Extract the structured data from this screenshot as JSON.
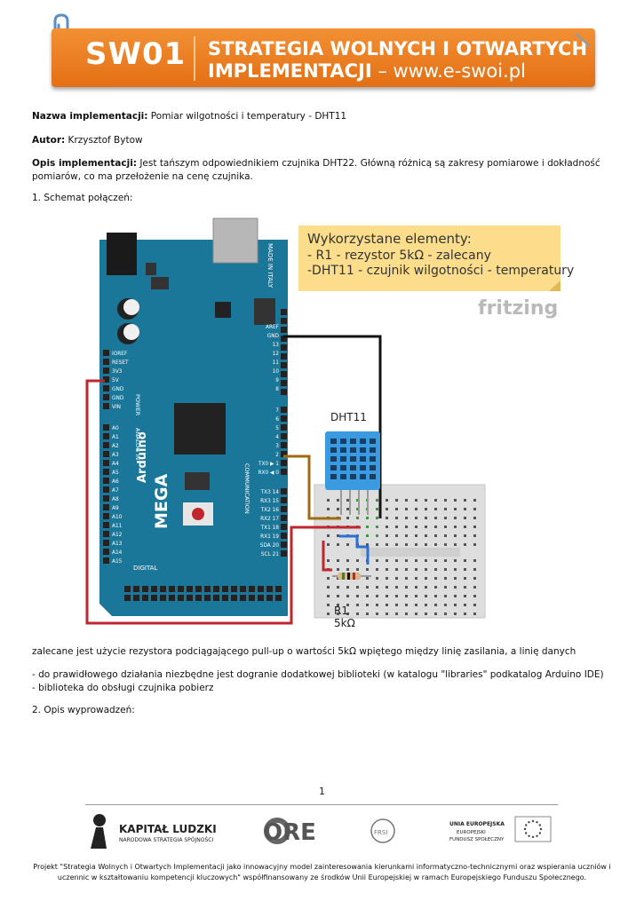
{
  "banner": {
    "logo": "SW01",
    "title_line1": "STRATEGIA WOLNYCH I OTWARTYCH",
    "title_line2": "IMPLEMENTACJI",
    "title_sep": " – ",
    "url": "www.e-swoi.pl"
  },
  "meta": {
    "name_label": "Nazwa implementacji:",
    "name_value": " Pomiar wilgotności i temperatury - DHT11",
    "author_label": "Autor:",
    "author_value": " Krzysztof Bytow",
    "desc_label": "Opis implementacji:",
    "desc_value": " Jest tańszym odpowiednikiem czujnika DHT22. Główną różnicą są zakresy pomiarowe i dokładność pomiarów, co ma przełożenie na cenę czujnika."
  },
  "section1": "1. Schemat połączeń:",
  "figure": {
    "note_title": "Wykorzystane elementy:",
    "note_line1": "- R1 - rezystor 5kΩ - zalecany",
    "note_line2": "-DHT11 - czujnik wilgotności - temperatury",
    "fritzing": "fritzing",
    "board_name": "Arduino",
    "board_model": "MEGA",
    "made_in": "MADE IN ITALY",
    "dht_label": "DHT11",
    "r1_label": "R1",
    "r1_value": "5kΩ",
    "digital_label": "DIGITAL",
    "analog_label": "ANALOG IN",
    "power_label": "POWER",
    "comm_label": "COMMUNICATION",
    "power_pins": [
      "IOREF",
      "RESET",
      "3V3",
      "5V",
      "GND",
      "GND",
      "VIN"
    ],
    "analog_pins": [
      "A0",
      "A1",
      "A2",
      "A3",
      "A4",
      "A5",
      "A6",
      "A7",
      "A8",
      "A9",
      "A10",
      "A11",
      "A12",
      "A13",
      "A14",
      "A15"
    ],
    "right_pins": [
      "AREF",
      "GND",
      "13",
      "12",
      "11",
      "10",
      "9",
      "8"
    ],
    "pwm_pins": [
      "7",
      "6",
      "5",
      "4",
      "3",
      "2",
      "TX0 ▶ 1",
      "RX0 ◀ 0"
    ],
    "comm_pins": [
      "TX3 14",
      "RX3 15",
      "TX2 16",
      "RX2 17",
      "TX1 18",
      "RX1 19",
      "SDA 20",
      "SCL 21"
    ],
    "colors": {
      "board": "#1b7799",
      "wire_gnd": "#111111",
      "wire_5v": "#c0262d",
      "wire_data": "#a06a10",
      "wire_blue": "#2a6fd6",
      "note_bg": "#fbdd8c"
    }
  },
  "para_pullup": "zalecane jest użycie rezystora podciągającego pull-up o wartości 5kΩ wpiętego między linię zasilania, a linię danych",
  "para_lib": "- do prawidłowego działania niezbędne jest dogranie dodatkowej biblioteki (w katalogu \"libraries\" podkatalog Arduino IDE) - biblioteka do obsługi czujnika pobierz",
  "section2": "2. Opis wyprowadzeń:",
  "page_number": "1",
  "footer": {
    "kl_title": "KAPITAŁ LUDZKI",
    "kl_sub": "NARODOWA STRATEGIA SPÓJNOŚCI",
    "ore": "ORE",
    "frsi": "FRSI",
    "eu_line1": "UNIA EUROPEJSKA",
    "eu_line2": "EUROPEJSKI",
    "eu_line3": "FUNDUSZ SPOŁECZNY",
    "note": "Projekt \"Strategia Wolnych i Otwartych Implementacji jako innowacyjny model zainteresowania kierunkami informatyczno-technicznymi oraz wspierania uczniów i uczennic w kształtowaniu kompetencji kluczowych\" współfinansowany ze środków Unii Europejskiej w ramach Europejskiego Funduszu Społecznego."
  }
}
